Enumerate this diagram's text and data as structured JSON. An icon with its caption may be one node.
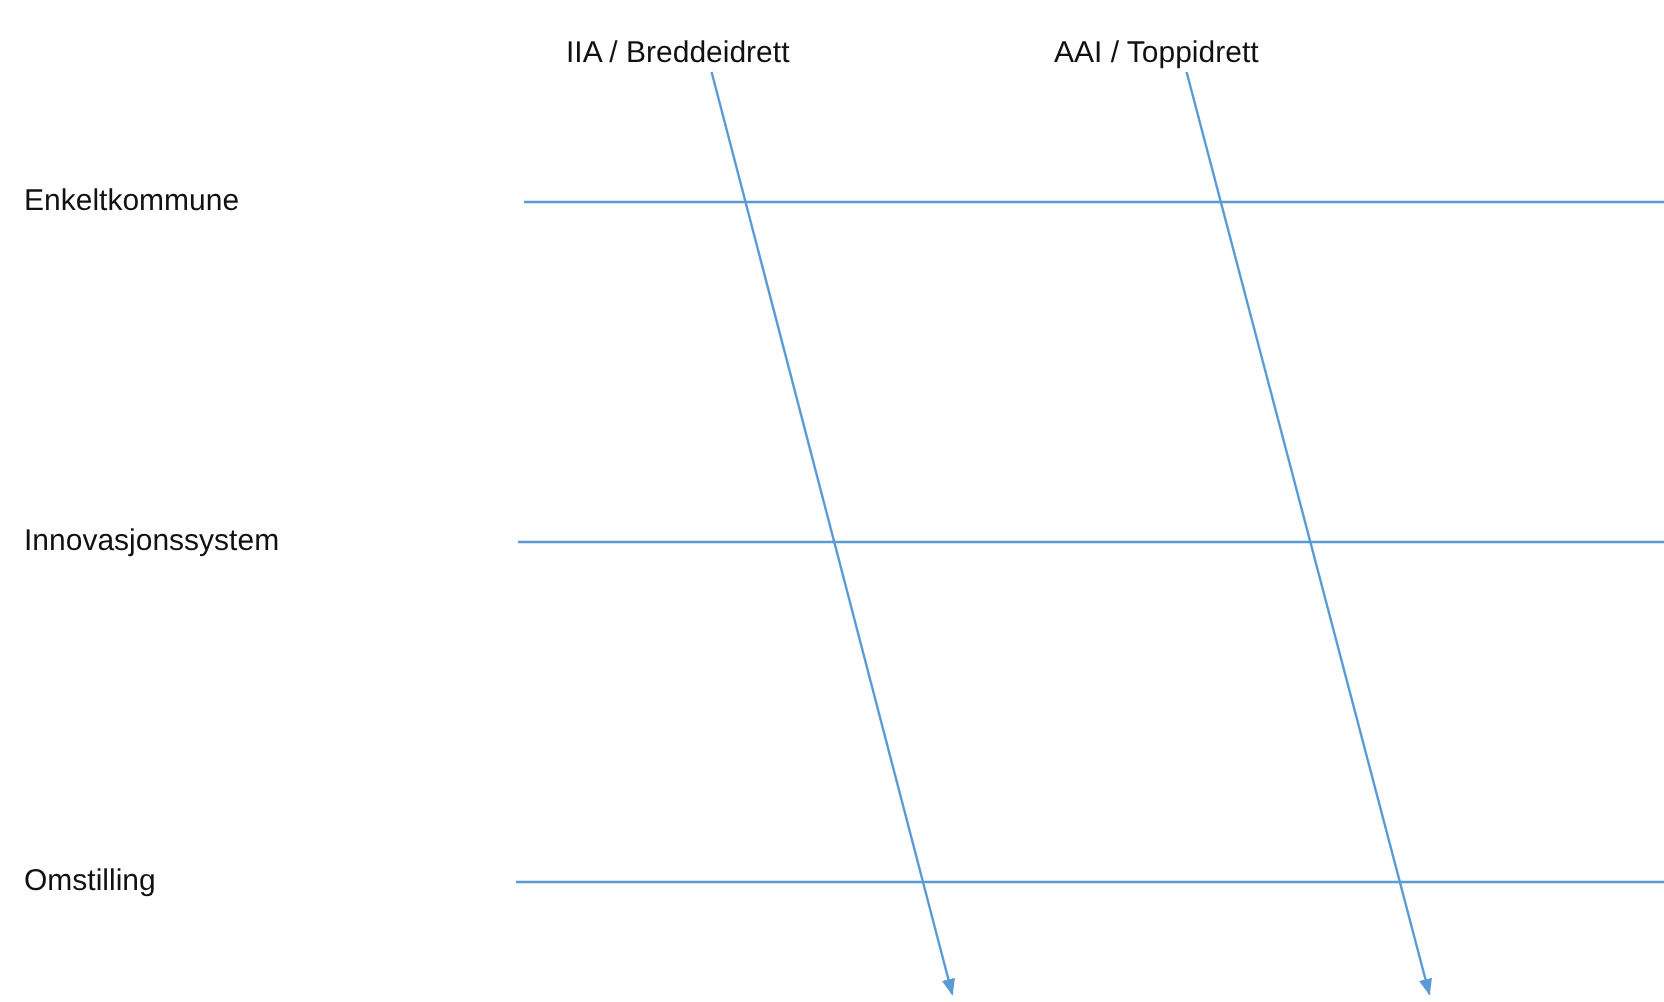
{
  "diagram": {
    "nodes": [
      {
        "text": [
          "IIA / Breddeidrett"
        ]
      },
      {
        "text": [
          "AAI / Toppidrett"
        ]
      }
    ],
    "edges": [
      {
        "from": 0,
        "to": null,
        "arrow": "to"
      },
      {
        "from": 1,
        "to": null,
        "arrow": "to"
      }
    ],
    "labels": [
      "Enkeltkommune",
      "Innovasjonssystem",
      "Omstilling"
    ]
  }
}
